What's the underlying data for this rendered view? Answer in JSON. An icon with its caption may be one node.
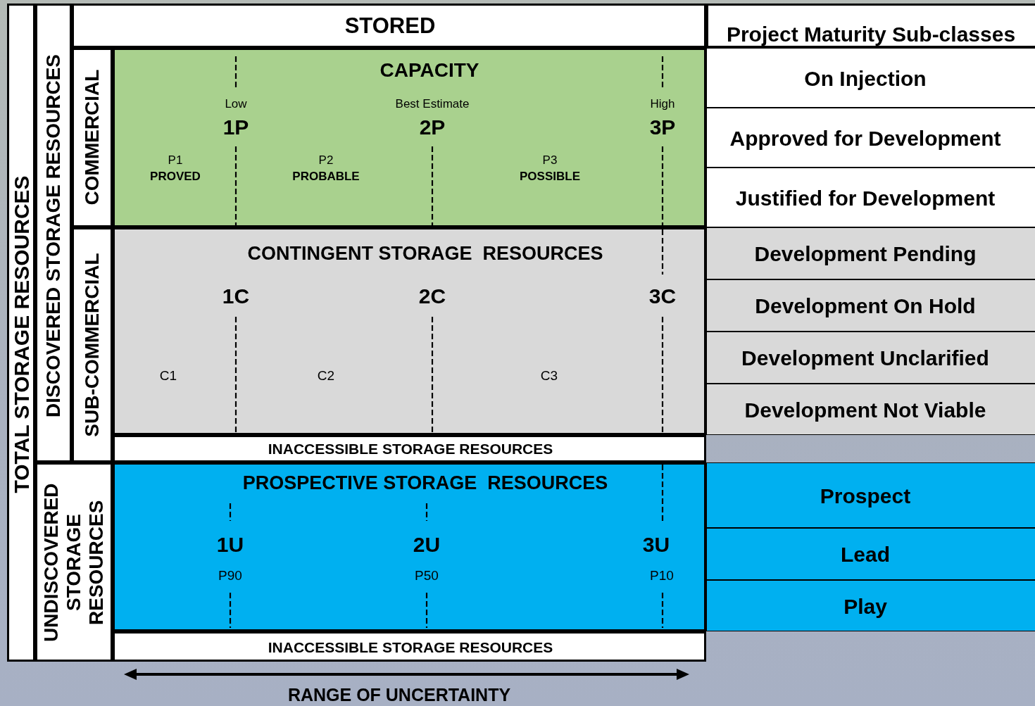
{
  "diagram": {
    "nodes": [
      {
        "text": [
          "TOTAL STORAGE RESOURCES"
        ]
      },
      {
        "text": [
          "DISCOVERED STORAGE RESOURCES"
        ]
      },
      {
        "text": [
          "UNDISCOVERED STORAGE RESOURCES"
        ]
      },
      {
        "text": [
          "STORED"
        ]
      },
      {
        "text": [
          "COMMERCIAL"
        ]
      },
      {
        "text": [
          "SUB-COMMERCIAL"
        ]
      },
      {
        "text": [
          "CAPACITY",
          "Low",
          "1P",
          "Best Estimate",
          "2P",
          "High",
          "3P",
          "P1",
          "PROVED",
          "P2",
          "PROBABLE",
          "P3",
          "POSSIBLE"
        ]
      },
      {
        "text": [
          "CONTINGENT STORAGE  RESOURCES",
          "1C",
          "2C",
          "3C",
          "C1",
          "C2",
          "C3"
        ]
      },
      {
        "text": [
          "INACCESSIBLE STORAGE RESOURCES"
        ]
      },
      {
        "text": [
          "PROSPECTIVE STORAGE  RESOURCES",
          "1U",
          "P90",
          "2U",
          "P50",
          "3U",
          "P10"
        ]
      },
      {
        "text": [
          "INACCESSIBLE STORAGE RESOURCES"
        ]
      },
      {
        "text": [
          "Project Maturity Sub-classes"
        ]
      },
      {
        "text": [
          "On Injection"
        ]
      },
      {
        "text": [
          "Approved for Development"
        ]
      },
      {
        "text": [
          "Justified for Development"
        ]
      },
      {
        "text": [
          "Development Pending"
        ]
      },
      {
        "text": [
          "Development On Hold"
        ]
      },
      {
        "text": [
          "Development Unclarified"
        ]
      },
      {
        "text": [
          "Development Not Viable"
        ]
      },
      {
        "text": [
          "Prospect"
        ]
      },
      {
        "text": [
          "Lead"
        ]
      },
      {
        "text": [
          "Play"
        ]
      }
    ],
    "labels": [
      "RANGE OF UNCERTAINTY"
    ]
  }
}
